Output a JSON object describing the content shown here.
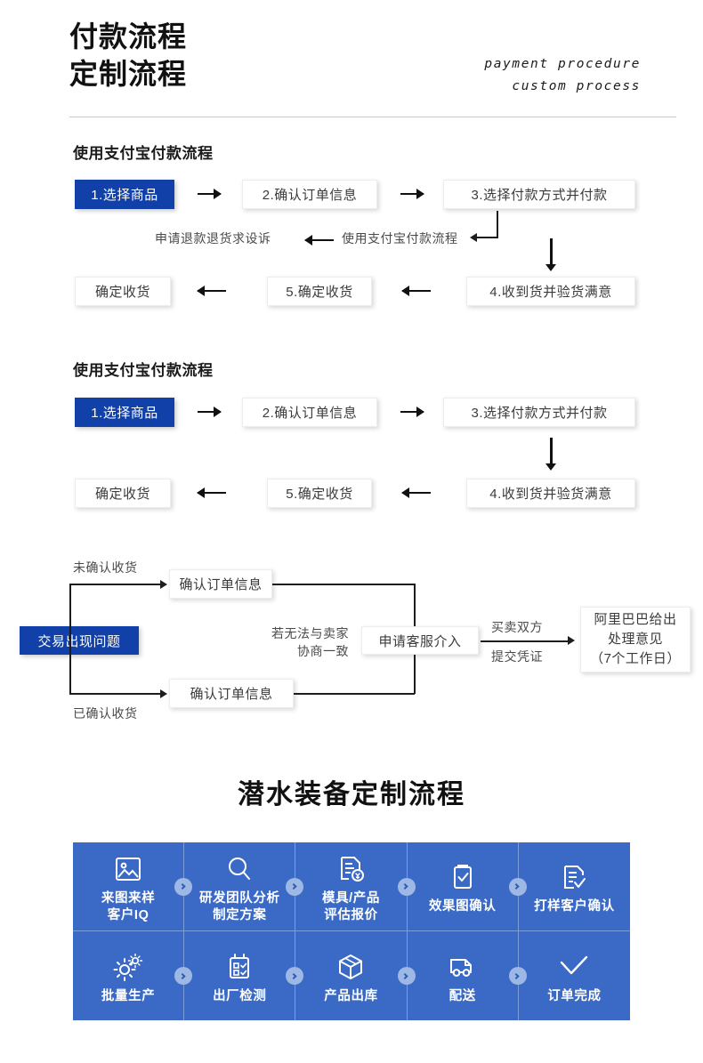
{
  "header": {
    "title_line1": "付款流程",
    "title_line2": "定制流程",
    "sub_line1": "payment procedure",
    "sub_line2": "custom process"
  },
  "colors": {
    "accent_dark_blue": "#1140a8",
    "grid_blue": "#3a6ac6",
    "chevron_badge": "#9db8e4",
    "box_text": "#3b3b3b"
  },
  "section1": {
    "title": "使用支付宝付款流程",
    "row1": [
      {
        "label": "1.选择商品",
        "style": "blue"
      },
      {
        "label": "2.确认订单信息",
        "style": "white"
      },
      {
        "label": "3.选择付款方式并付款",
        "style": "white"
      }
    ],
    "mid_left": "申请退款退货求设诉",
    "mid_right": "使用支付宝付款流程",
    "row2": [
      {
        "label": "确定收货",
        "style": "white"
      },
      {
        "label": "5.确定收货",
        "style": "white"
      },
      {
        "label": "4.收到货并验货满意",
        "style": "white"
      }
    ]
  },
  "section2": {
    "title": "使用支付宝付款流程",
    "row1": [
      {
        "label": "1.选择商品",
        "style": "blue"
      },
      {
        "label": "2.确认订单信息",
        "style": "white"
      },
      {
        "label": "3.选择付款方式并付款",
        "style": "white"
      }
    ],
    "row2": [
      {
        "label": "确定收货",
        "style": "white"
      },
      {
        "label": "5.确定收货",
        "style": "white"
      },
      {
        "label": "4.收到货并验货满意",
        "style": "white"
      }
    ]
  },
  "section3": {
    "start": "交易出现问题",
    "branch_top_label": "未确认收货",
    "branch_bottom_label": "已确认收货",
    "box_top": "确认订单信息",
    "box_bottom": "确认订单信息",
    "note_line1": "若无法与卖家",
    "note_line2": "协商一致",
    "box_center": "申请客服介入",
    "edge_line1": "买卖双方",
    "edge_line2": "提交凭证",
    "result_line1": "阿里巴巴给出",
    "result_line2": "处理意见",
    "result_line3": "（7个工作日）"
  },
  "custom_flow": {
    "title": "潜水装备定制流程",
    "steps": [
      {
        "icon": "image-icon",
        "label": "来图来样\n客户IQ"
      },
      {
        "icon": "search-icon",
        "label": "研发团队分析\n制定方案"
      },
      {
        "icon": "quote-doc-icon",
        "label": "模具/产品\n评估报价"
      },
      {
        "icon": "clipboard-check-icon",
        "label": "效果图确认"
      },
      {
        "icon": "doc-check-icon",
        "label": "打样客户确认"
      },
      {
        "icon": "gears-icon",
        "label": "批量生产"
      },
      {
        "icon": "checklist-icon",
        "label": "出厂检测"
      },
      {
        "icon": "box-icon",
        "label": "产品出库"
      },
      {
        "icon": "truck-icon",
        "label": "配送"
      },
      {
        "icon": "check-icon",
        "label": "订单完成"
      }
    ]
  }
}
